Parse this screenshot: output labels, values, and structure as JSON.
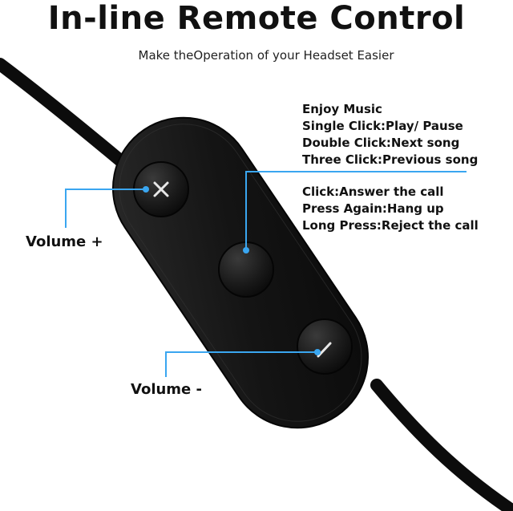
{
  "title": "In-line Remote Control",
  "subtitle": "Make theOperation of your Headset Easier",
  "music": {
    "lines": [
      "Enjoy Music",
      "Single Click:Play/ Pause",
      "Double Click:Next song",
      "Three Click:Previous song"
    ]
  },
  "call": {
    "lines": [
      "Click:Answer the call",
      "Press Again:Hang up",
      "Long Press:Reject the call"
    ]
  },
  "volume_up_label": "Volume +",
  "volume_down_label": "Volume -",
  "colors": {
    "accent": "#3aa6f0",
    "cable": "#0c0c0c",
    "remote_body": "#151515",
    "button": "#1c1c1c",
    "text": "#111111"
  },
  "icons": {
    "plus_button": "plus-icon",
    "minus_button": "minus-icon"
  }
}
